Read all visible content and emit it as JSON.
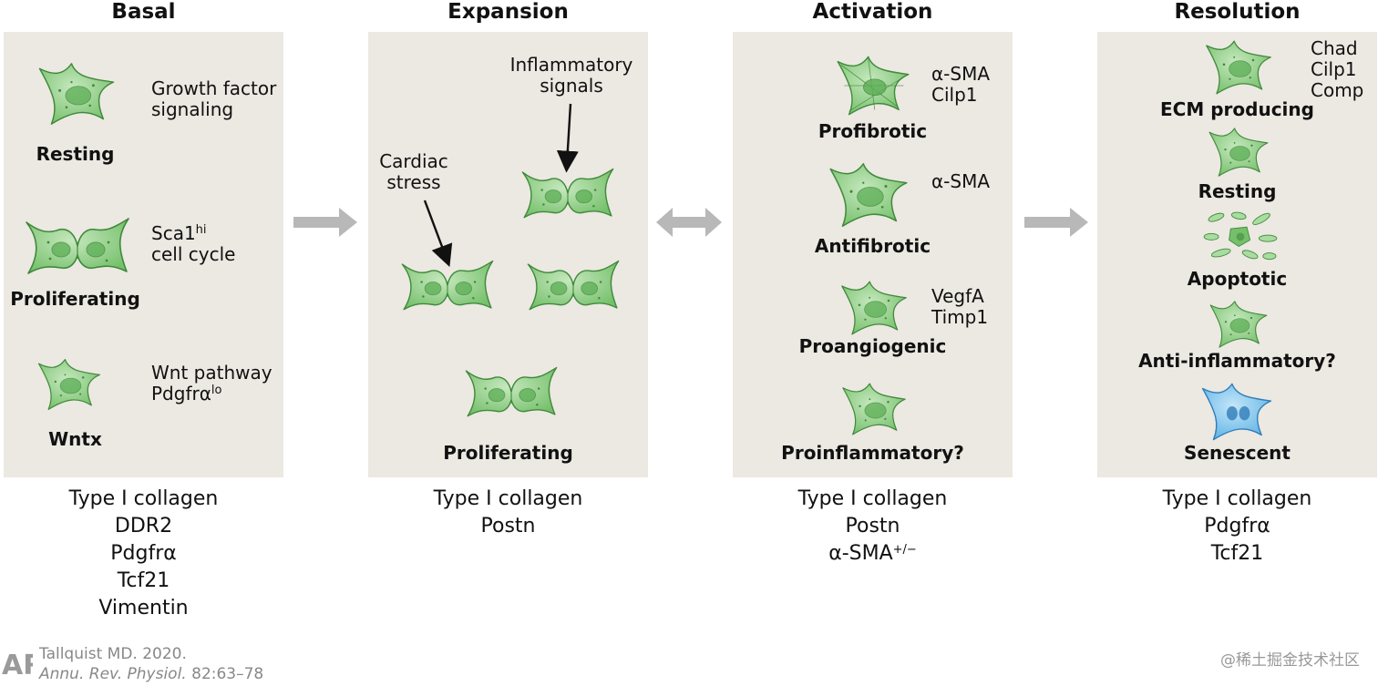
{
  "stages": [
    {
      "title": "Basal",
      "cells": [
        {
          "label": "Resting",
          "note": [
            "Growth factor",
            "signaling"
          ]
        },
        {
          "label": "Proliferating",
          "note": [
            "Sca1",
            "cell cycle"
          ],
          "note_sup": "hi"
        },
        {
          "label": "Wntx",
          "note": [
            "Wnt pathway",
            "Pdgfrα"
          ],
          "note_sup": "lo"
        }
      ],
      "markers": [
        "Type I collagen",
        "DDR2",
        "Pdgfrα",
        "Tcf21",
        "Vimentin"
      ]
    },
    {
      "title": "Expansion",
      "annotations": {
        "stress": [
          "Cardiac",
          "stress"
        ],
        "inflammatory": [
          "Inflammatory",
          "signals"
        ]
      },
      "cells": [
        {
          "label": "Proliferating"
        }
      ],
      "markers": [
        "Type I collagen",
        "Postn"
      ]
    },
    {
      "title": "Activation",
      "cells": [
        {
          "label": "Profibrotic",
          "note": [
            "α-SMA",
            "Cilp1"
          ]
        },
        {
          "label": "Antifibrotic",
          "note": [
            "α-SMA"
          ]
        },
        {
          "label": "Proangiogenic",
          "note": [
            "VegfA",
            "Timp1"
          ]
        },
        {
          "label": "Proinflammatory?"
        }
      ],
      "markers": [
        "Type I collagen",
        "Postn",
        "α-SMA"
      ],
      "marker_sup": "+/−"
    },
    {
      "title": "Resolution",
      "cells": [
        {
          "label": "ECM producing",
          "note": [
            "Chad",
            "Cilp1",
            "Comp"
          ]
        },
        {
          "label": "Resting"
        },
        {
          "label": "Apoptotic"
        },
        {
          "label": "Anti-inflammatory?"
        },
        {
          "label": "Senescent"
        }
      ],
      "markers": [
        "Type I collagen",
        "Pdgfrα",
        "Tcf21"
      ]
    }
  ],
  "colors": {
    "panel": "#ece8e2",
    "cell_fill": "#8fcf86",
    "cell_stroke": "#3f8a3a",
    "senescent_fill": "#7fc4ec",
    "senescent_stroke": "#2f7db8",
    "transition_arrow": "#b8b8b8"
  },
  "citation": {
    "author": "Tallquist MD. 2020.",
    "journal": "Annu. Rev. Physiol.",
    "pages": "82:63–78"
  },
  "watermark": "@稀土掘金技术社区",
  "logo": "AR"
}
